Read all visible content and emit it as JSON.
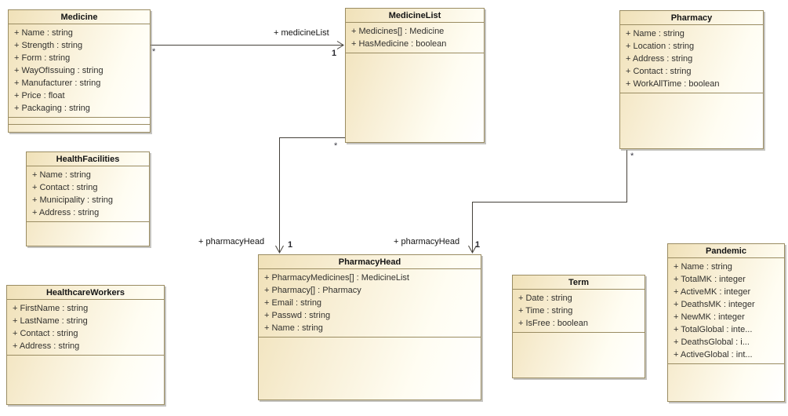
{
  "classes": {
    "medicine": {
      "name": "Medicine",
      "attributes": [
        "+ Name : string",
        "+ Strength : string",
        "+ Form : string",
        "+ WayOfIssuing : string",
        "+ Manufacturer : string",
        "+ Price : float",
        "+ Packaging : string"
      ]
    },
    "medicine_list": {
      "name": "MedicineList",
      "attributes": [
        "+ Medicines[] : Medicine",
        "+ HasMedicine : boolean"
      ]
    },
    "pharmacy": {
      "name": "Pharmacy",
      "attributes": [
        "+ Name : string",
        "+ Location : string",
        "+ Address : string",
        "+ Contact : string",
        "+ WorkAllTime : boolean"
      ]
    },
    "health_facilities": {
      "name": "HealthFacilities",
      "attributes": [
        "+ Name : string",
        "+ Contact : string",
        "+ Municipality : string",
        "+ Address : string"
      ]
    },
    "healthcare_workers": {
      "name": "HealthcareWorkers",
      "attributes": [
        "+ FirstName : string",
        "+ LastName : string",
        "+ Contact : string",
        "+ Address : string"
      ]
    },
    "pharmacy_head": {
      "name": "PharmacyHead",
      "attributes": [
        "+ PharmacyMedicines[] : MedicineList",
        "+ Pharmacy[] : Pharmacy",
        "+ Email : string",
        "+ Passwd : string",
        "+ Name : string"
      ]
    },
    "term": {
      "name": "Term",
      "attributes": [
        "+ Date : string",
        "+ Time : string",
        "+ IsFree : boolean"
      ]
    },
    "pandemic": {
      "name": "Pandemic",
      "attributes": [
        "+ Name : string",
        "+ TotalMK : integer",
        "+ ActiveMK : integer",
        "+ DeathsMK : integer",
        "+ NewMK : integer",
        "+ TotalGlobal : inte...",
        "+ DeathsGlobal : i...",
        "+ ActiveGlobal : int..."
      ]
    }
  },
  "associations": {
    "medicine_to_medicinelist": {
      "label": "+ medicineList",
      "source_multiplicity": "*",
      "target_multiplicity": "1"
    },
    "medicinelist_to_pharmacyhead": {
      "label": "+ pharmacyHead",
      "source_multiplicity": "*",
      "target_multiplicity": "1"
    },
    "pharmacy_to_pharmacyhead": {
      "label": "+ pharmacyHead",
      "source_multiplicity": "*",
      "target_multiplicity": "1"
    }
  },
  "colors": {
    "box_fill_start": "#f0e1b8",
    "box_fill_end": "#ffffff",
    "box_border": "#9a8c62",
    "line": "#45413a",
    "title_text": "#141414",
    "attribute_text": "#32312e",
    "background": "#ffffff"
  }
}
